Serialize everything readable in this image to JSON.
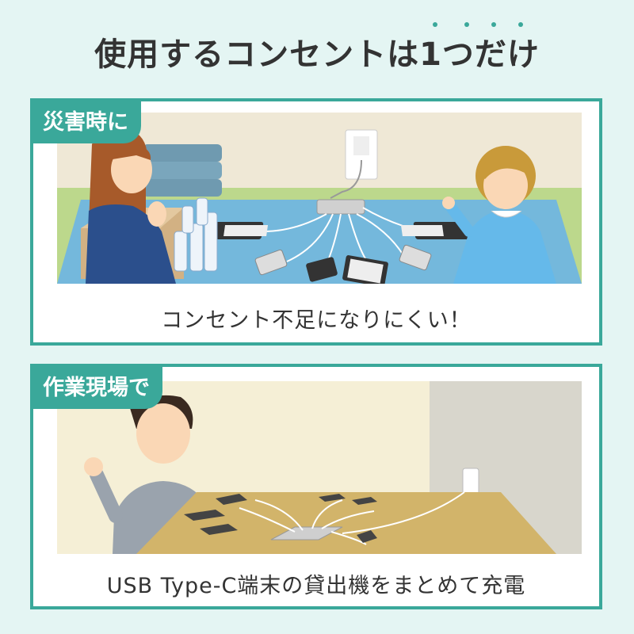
{
  "header": {
    "title": "使用するコンセントは1つだけ"
  },
  "panels": [
    {
      "tag": "災害時に",
      "caption": "コンセント不足になりにくい！"
    },
    {
      "tag": "作業現場で",
      "caption": "USB Type-C端末の貸出機をまとめて充電"
    }
  ],
  "colors": {
    "accent": "#3aa89a",
    "background": "#e4f5f3"
  }
}
